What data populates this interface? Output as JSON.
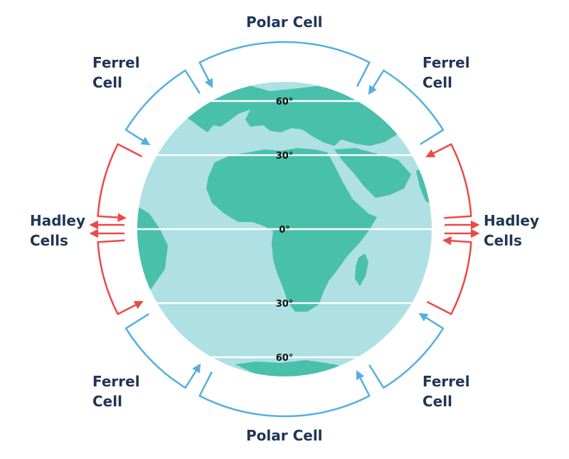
{
  "labels": {
    "polar_top": "Polar Cell",
    "polar_bottom": "Polar Cell",
    "ferrel_tl": [
      "Ferrel",
      "Cell"
    ],
    "ferrel_tr": [
      "Ferrel",
      "Cell"
    ],
    "ferrel_bl": [
      "Ferrel",
      "Cell"
    ],
    "ferrel_br": [
      "Ferrel",
      "Cell"
    ],
    "hadley_left": [
      "Hadley",
      "Cells"
    ],
    "hadley_right": [
      "Hadley",
      "Cells"
    ]
  },
  "latitudes": [
    "60°",
    "30°",
    "0°",
    "30°",
    "60°"
  ],
  "colors": {
    "ocean": "#aee0e4",
    "land": "#49c0aa",
    "blue_arrow": "#54b0e0",
    "red_arrow": "#ec4a46",
    "label_text": "#1e3556",
    "lat_line": "#ffffff"
  }
}
